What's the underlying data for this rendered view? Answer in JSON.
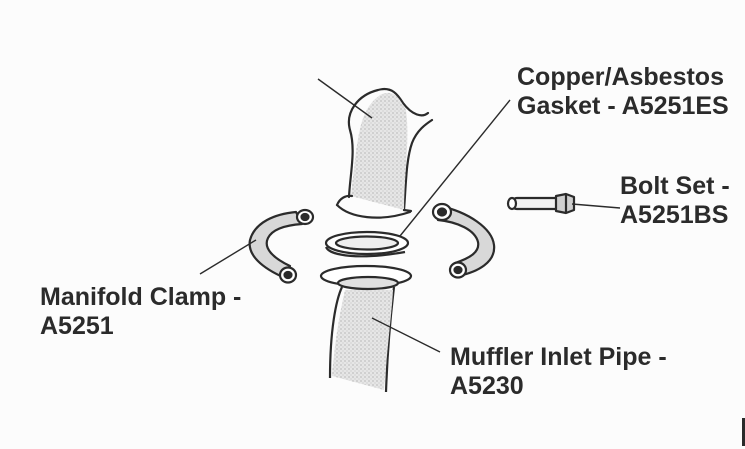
{
  "labels": {
    "gasket": {
      "line1": "Copper/Asbestos",
      "line2": "Gasket - A5251ES"
    },
    "bolt": {
      "line1": "Bolt Set -",
      "line2": "A5251BS"
    },
    "clamp": {
      "line1": "Manifold Clamp -",
      "line2": "A5251"
    },
    "pipe": {
      "line1": "Muffler Inlet Pipe -",
      "line2": "A5230"
    }
  },
  "colors": {
    "ink": "#2b2b2b",
    "paper": "#fcfcfc",
    "shade": "#d6d6d6"
  }
}
